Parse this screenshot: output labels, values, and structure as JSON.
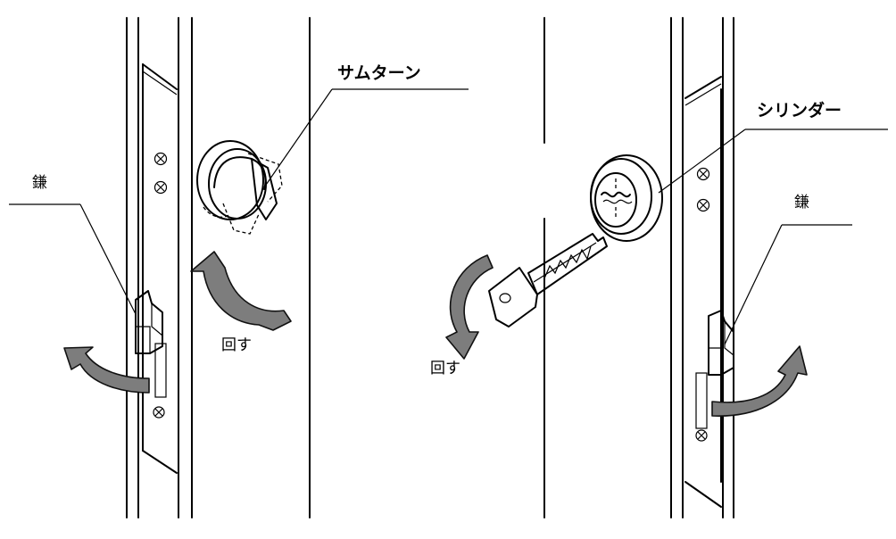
{
  "labels": {
    "thumbturn": "サムターン",
    "cylinder": "シリンダー",
    "latch_left": "鎌",
    "latch_right": "鎌",
    "turn_left": "回す",
    "turn_right": "回す"
  },
  "colors": {
    "line": "#000000",
    "arrow_fill": "#7d7d7d",
    "background": "#ffffff"
  },
  "icons": [
    "screw-icon",
    "key-icon",
    "rotate-arrow-icon"
  ]
}
